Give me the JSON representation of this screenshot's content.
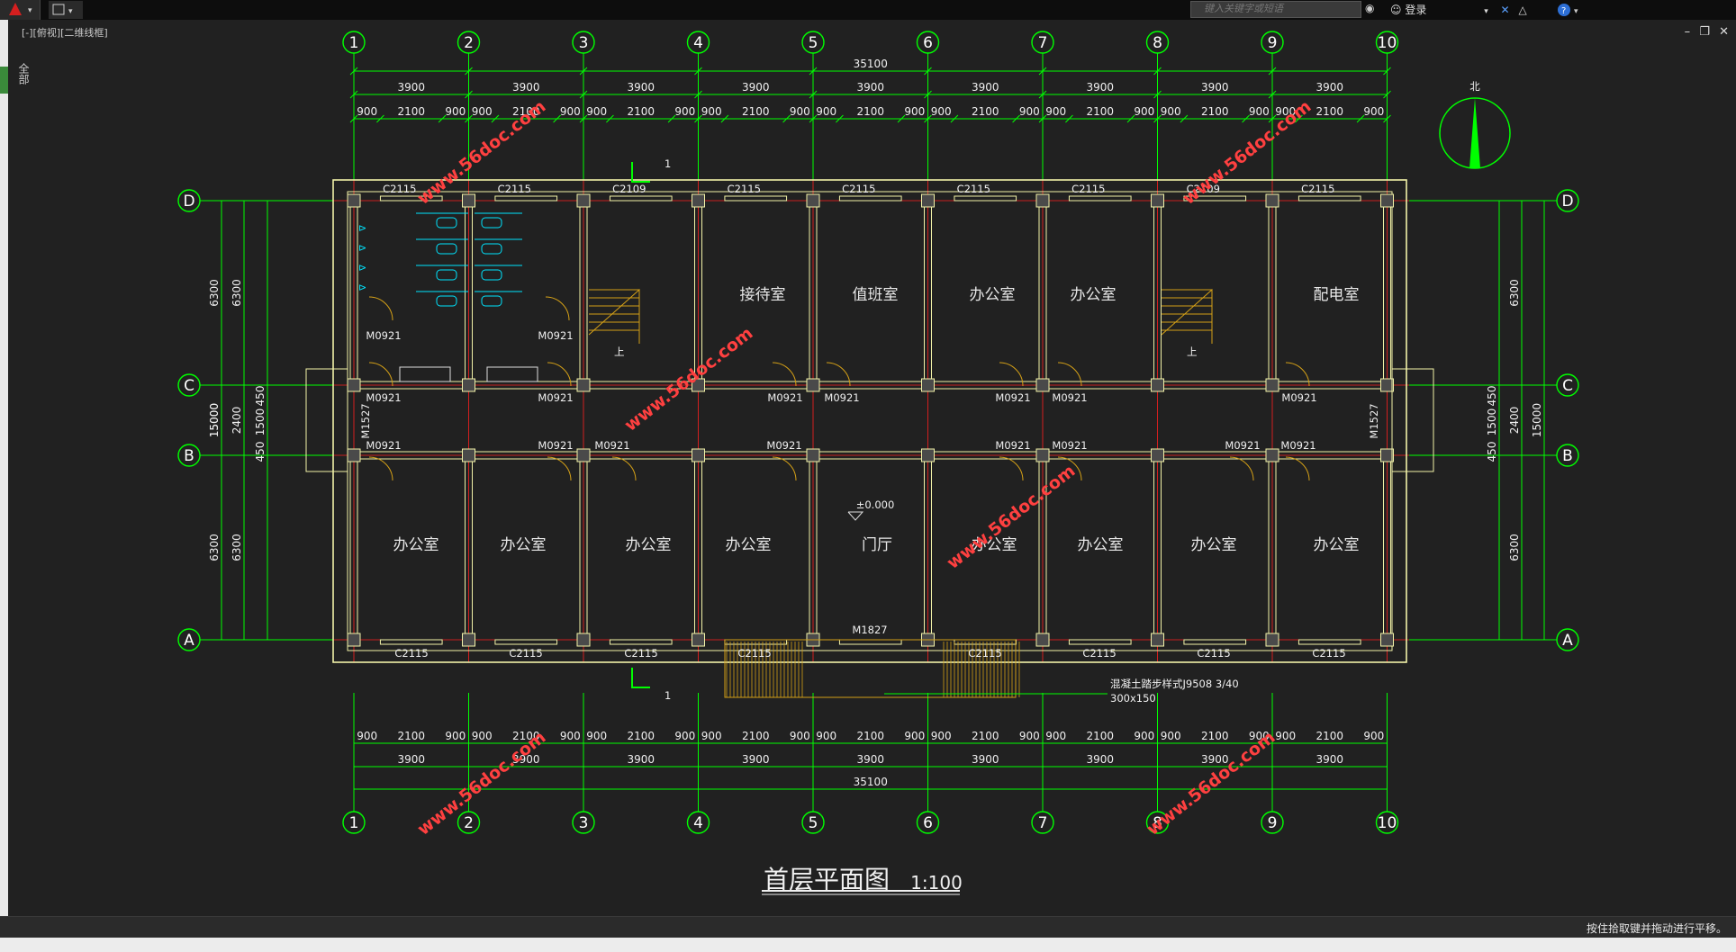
{
  "app": {
    "search_placeholder": "键入关键字或短语",
    "login_label": "登录",
    "viewport_label": "[-][俯视][二维线框]",
    "side_tab_label": "全部",
    "status_text": "按住拾取键并拖动进行平移。"
  },
  "drawing": {
    "title": "首层平面图",
    "scale": "1:100",
    "north_label": "北",
    "axes_x": [
      "1",
      "2",
      "3",
      "4",
      "5",
      "6",
      "7",
      "8",
      "9",
      "10"
    ],
    "axes_y": [
      "D",
      "C",
      "B",
      "A"
    ],
    "total_length": "35100",
    "bay_width": "3900",
    "sub_dims": [
      "900",
      "2100",
      "900"
    ],
    "left_dims_outer": [
      "6300",
      "15000",
      "6300"
    ],
    "left_dims_inner": [
      "6300",
      "2400",
      "6300"
    ],
    "left_dims_corr": [
      "450",
      "1500",
      "450"
    ],
    "right_dims_outer": [
      "6300",
      "15000",
      "6300"
    ],
    "right_dims_inner": [
      "6300",
      "2400",
      "6300"
    ],
    "right_dims_corr": [
      "450",
      "1500",
      "450"
    ],
    "rooms_top": [
      "接待室",
      "值班室",
      "办公室",
      "办公室",
      "配电室"
    ],
    "rooms_bottom": [
      "办公室",
      "办公室",
      "办公室",
      "办公室",
      "门厅",
      "办公室",
      "办公室",
      "办公室",
      "办公室"
    ],
    "windows_top": [
      "C2115",
      "C2115",
      "C2109",
      "C2115",
      "C2115",
      "C2115",
      "C2115",
      "C2109",
      "C2115"
    ],
    "windows_bottom": [
      "C2115",
      "C2115",
      "C2115",
      "C2115",
      "C2115",
      "C2115",
      "C2115",
      "C2115"
    ],
    "door_tag": "M0921",
    "entrance_door": "M1827",
    "side_door": "M1527",
    "elevation": "±0.000",
    "section_mark": "1",
    "stair_up": "上",
    "step_note": "混凝土踏步样式J9508 3/40",
    "step_size": "300x150",
    "watermark": "www.56doc.com"
  },
  "colors": {
    "background": "#212121",
    "dimension": "#00ff00",
    "wall": "#f2f2a8",
    "axis_line": "#ff2020",
    "fixtures": "#00e5ff",
    "stair": "#d4a017",
    "watermark": "#ff4040"
  }
}
